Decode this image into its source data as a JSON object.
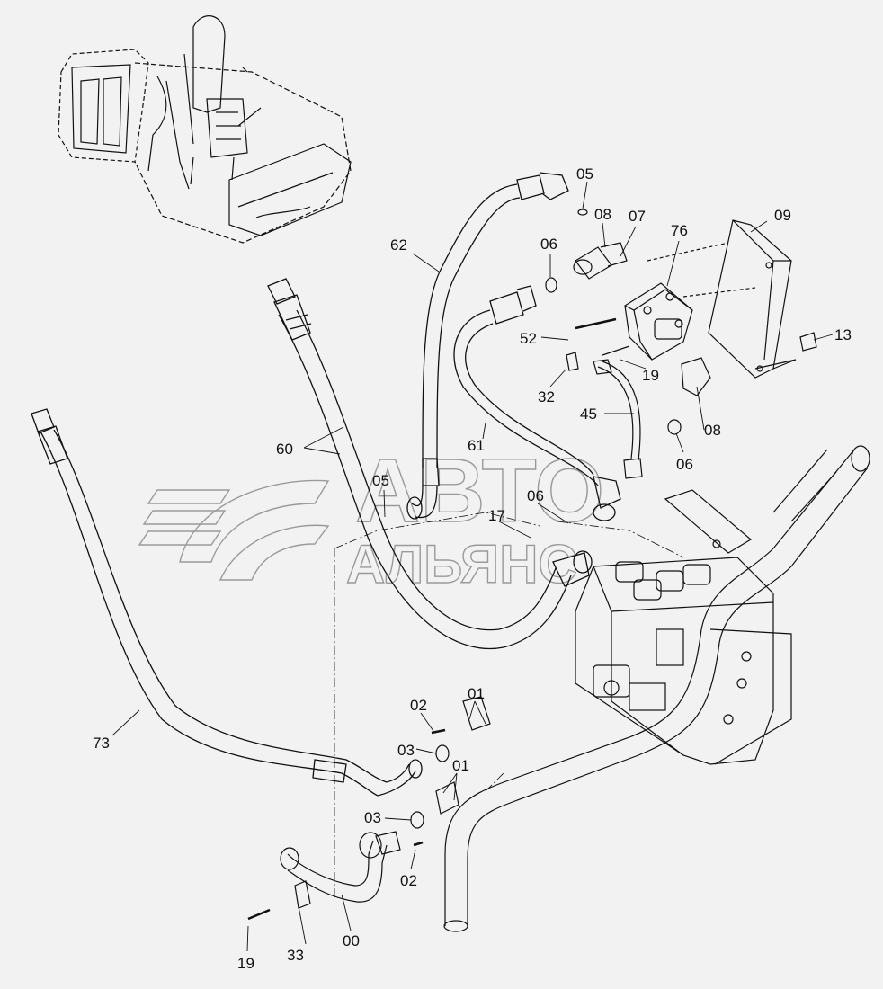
{
  "colors": {
    "background": "#f2f2f2",
    "line": "#111111",
    "watermark": "#9a9a9a"
  },
  "watermark": {
    "line1": "АВТО",
    "line2": "АЛЬЯНС"
  },
  "callouts": {
    "c05a": "05",
    "c08a": "08",
    "c07": "07",
    "c06a": "06",
    "c76": "76",
    "c09": "09",
    "c62": "62",
    "c52": "52",
    "c13": "13",
    "c19a": "19",
    "c32": "32",
    "c45": "45",
    "c08b": "08",
    "c06b": "06",
    "c60": "60",
    "c61": "61",
    "c05b": "05",
    "c06c": "06",
    "c17": "17",
    "c02a": "02",
    "c01a": "01",
    "c73": "73",
    "c03a": "03",
    "c01b": "01",
    "c03b": "03",
    "c02b": "02",
    "c19b": "19",
    "c33": "33",
    "c00": "00"
  }
}
